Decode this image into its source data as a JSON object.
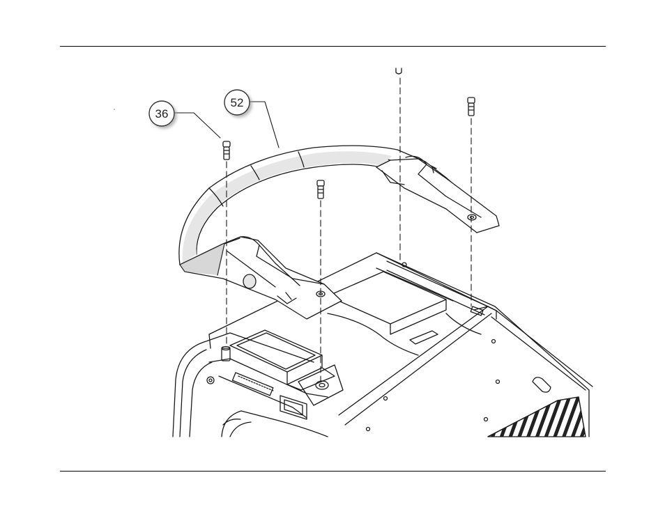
{
  "callouts": [
    {
      "id": "screw",
      "label": "36"
    },
    {
      "id": "handle",
      "label": "52"
    }
  ],
  "colors": {
    "line": "#1a1a1a",
    "shade": "#e6e6e6",
    "dark_shade": "#8c8c8c"
  }
}
